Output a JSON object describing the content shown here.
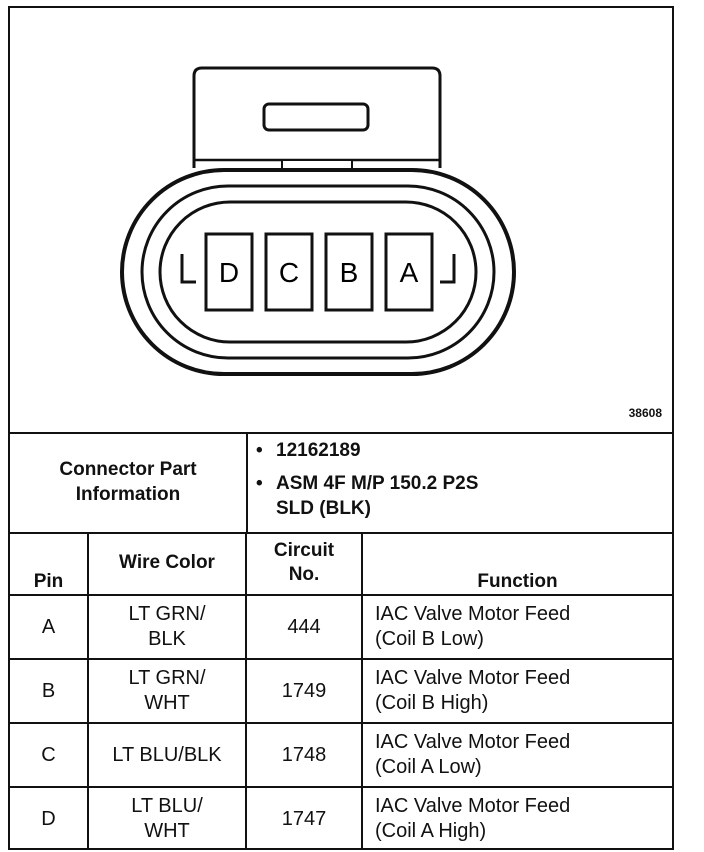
{
  "figure_number": "38608",
  "connector": {
    "cavities": [
      "D",
      "C",
      "B",
      "A"
    ]
  },
  "connector_info": {
    "label_line1": "Connector Part",
    "label_line2": "Information",
    "items": [
      {
        "lines": [
          "12162189"
        ]
      },
      {
        "lines": [
          "ASM 4F M/P 150.2 P2S",
          "SLD (BLK)"
        ]
      }
    ]
  },
  "table": {
    "headers": {
      "pin": "Pin",
      "wire_color": "Wire Color",
      "circuit_line1": "Circuit",
      "circuit_line2": "No.",
      "function": "Function"
    },
    "rows": [
      {
        "pin": "A",
        "wire": [
          "LT GRN/",
          "BLK"
        ],
        "circuit": "444",
        "function": [
          "IAC Valve Motor Feed",
          "(Coil B Low)"
        ]
      },
      {
        "pin": "B",
        "wire": [
          "LT GRN/",
          "WHT"
        ],
        "circuit": "1749",
        "function": [
          "IAC Valve Motor Feed",
          "(Coil B High)"
        ]
      },
      {
        "pin": "C",
        "wire": [
          "LT BLU/BLK"
        ],
        "circuit": "1748",
        "function": [
          "IAC Valve Motor Feed",
          "(Coil A Low)"
        ]
      },
      {
        "pin": "D",
        "wire": [
          "LT BLU/",
          "WHT"
        ],
        "circuit": "1747",
        "function": [
          "IAC Valve Motor Feed",
          "(Coil A High)"
        ]
      }
    ]
  }
}
